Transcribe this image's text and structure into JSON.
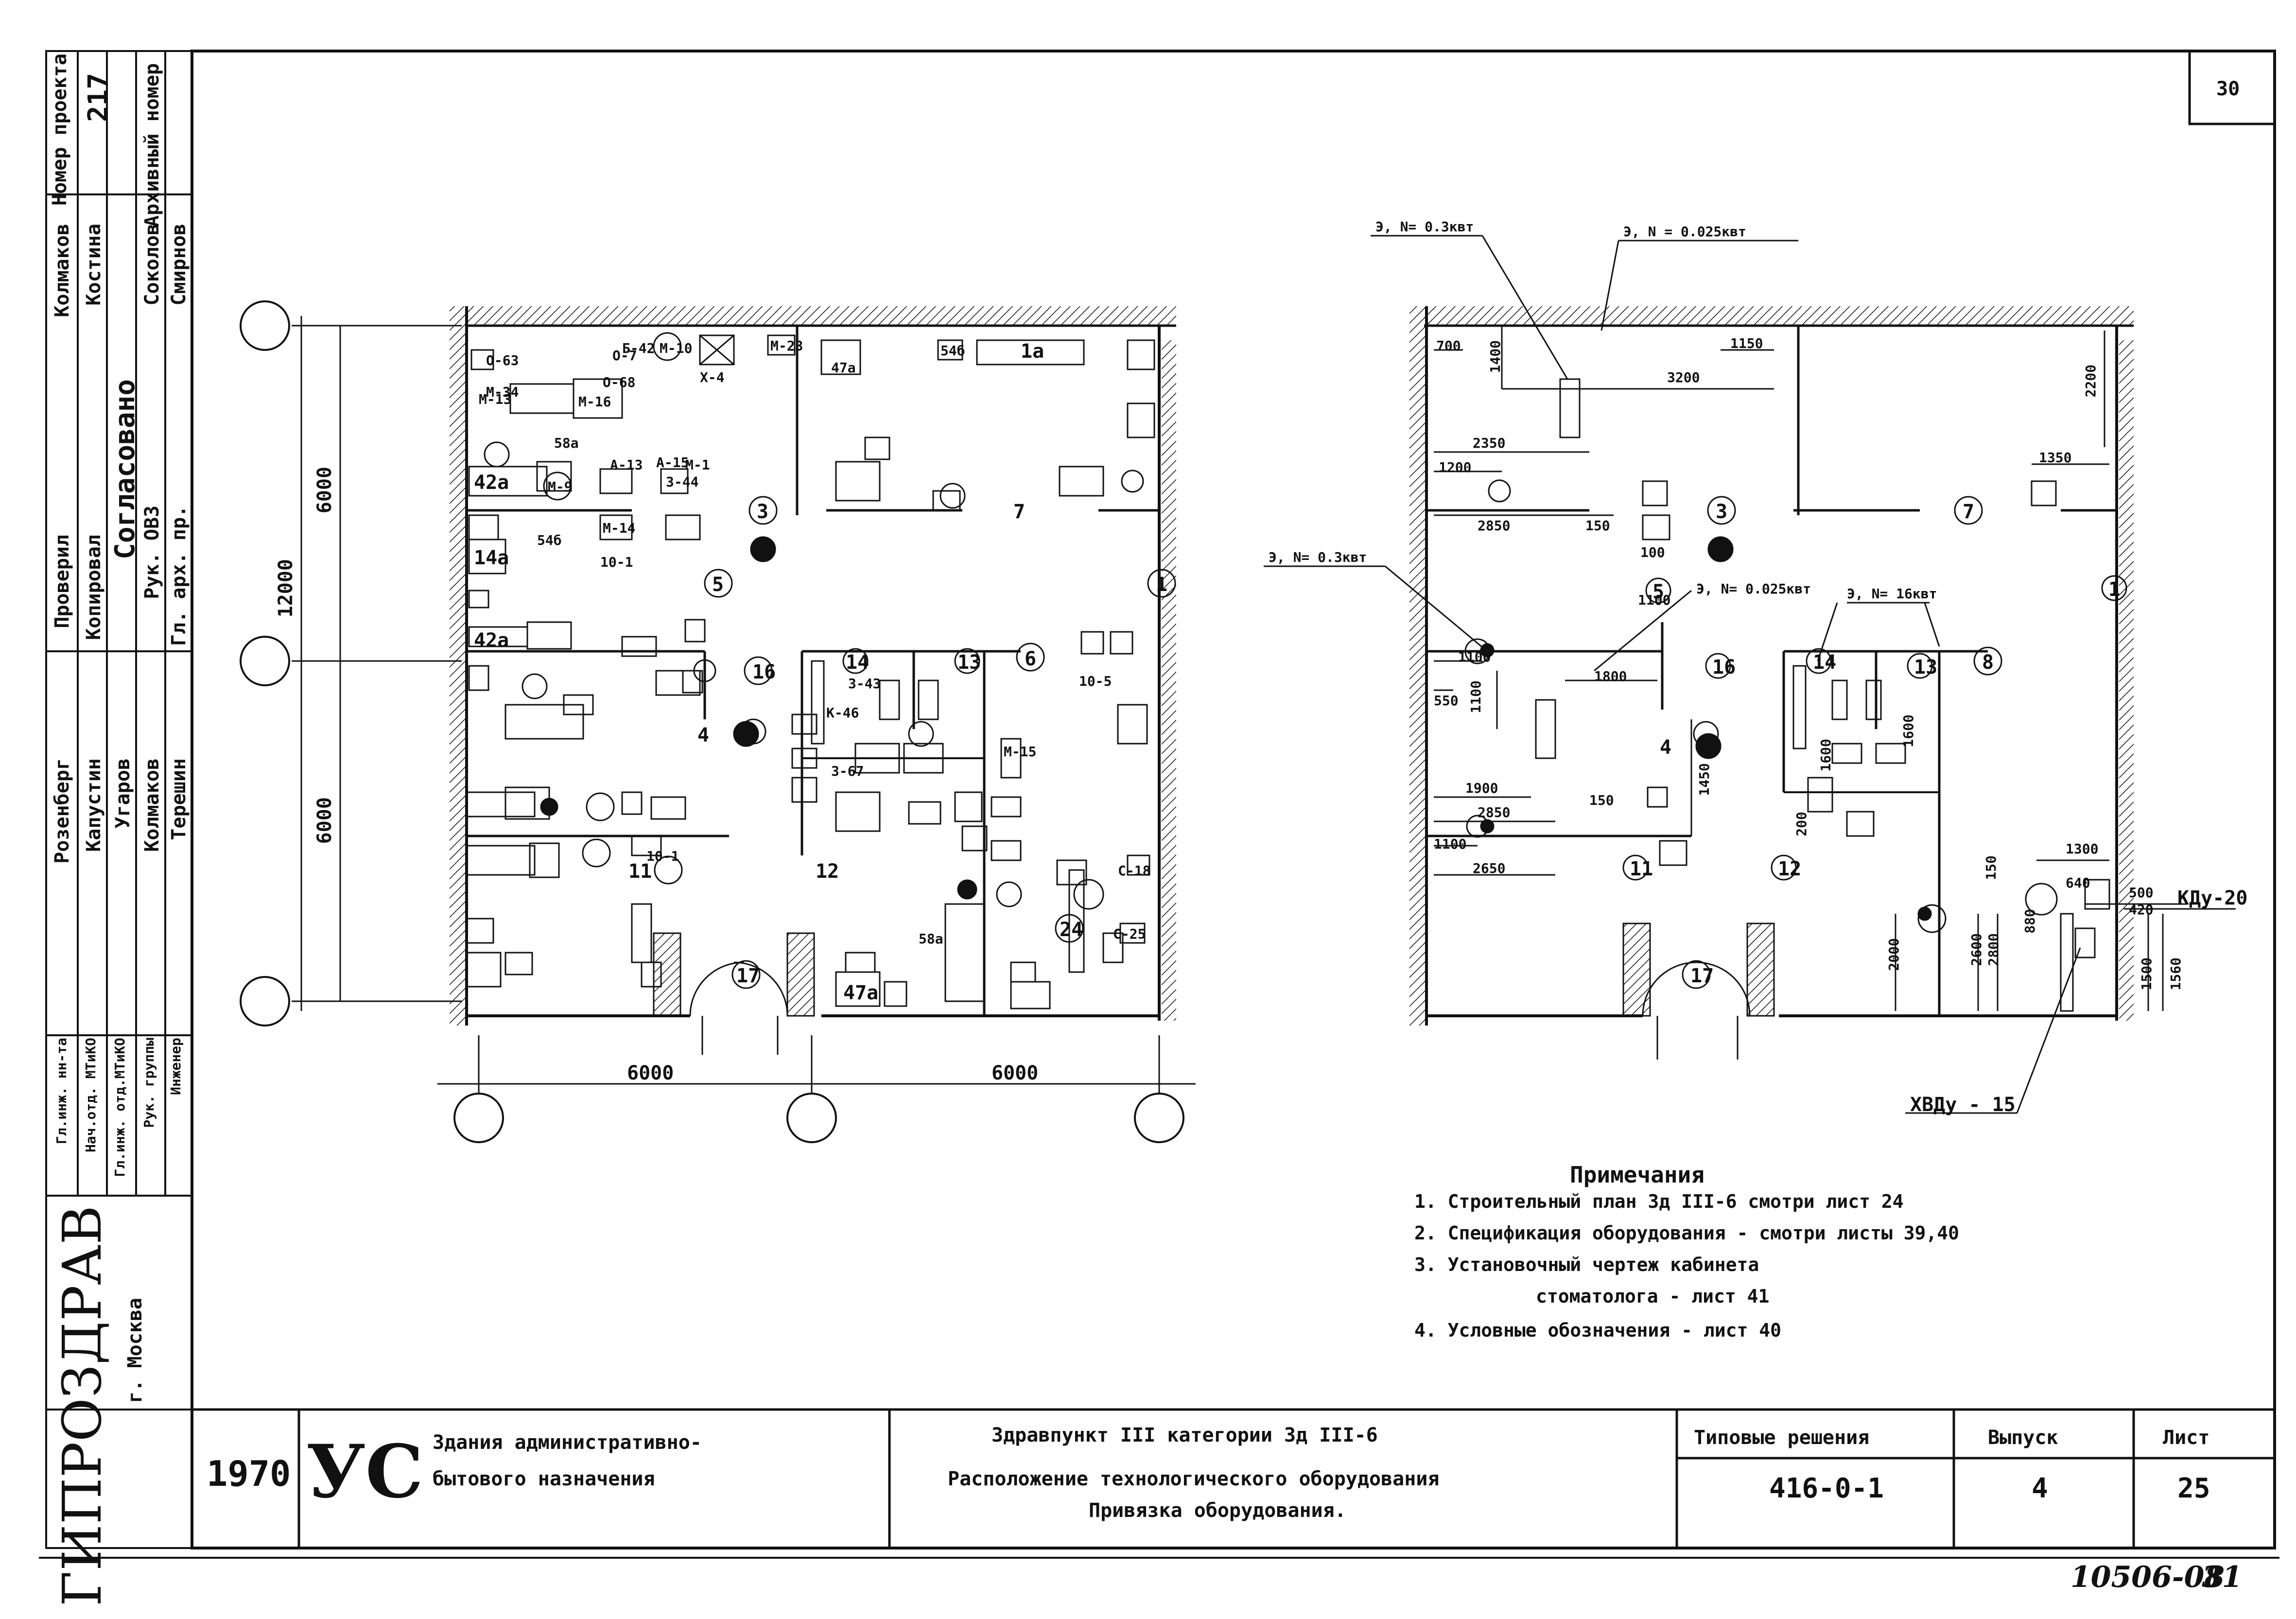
{
  "sheet_number": "30",
  "bottom_handwritten_number": "10506-08",
  "bottom_handwritten_page": "31",
  "side_stamp": {
    "archive_header": "Архивный номер",
    "archive_number": "217",
    "dept_label": "Номер проекта",
    "signers": [
      {
        "role": "Проверил",
        "name": "Розенберг"
      },
      {
        "role": "Копировал",
        "name": "Капустин"
      },
      {
        "role": "",
        "name": "Угаров"
      },
      {
        "role": "",
        "name": "Колмаков"
      },
      {
        "role": "",
        "name": "Терешин"
      }
    ],
    "approved_label": "Согласовано",
    "approvers": [
      "Колмаков",
      "Костина",
      "Соколов",
      "Смирнов"
    ],
    "approver_roles": [
      "Рук. ОВЗ",
      "Гл. арх. пр."
    ],
    "titles": [
      "Гл.инж. нн-та",
      "Нач.отд. МТиКО",
      "Гл.инж. отд.МТиКО",
      "Рук. группы",
      "Инженер"
    ],
    "org": "ГИПРОЗДРАВ",
    "city": "г. Москва"
  },
  "title_block": {
    "year": "1970",
    "logo": "УС",
    "building_type_line1": "Здания административно-",
    "building_type_line2": "бытового назначения",
    "project_line1": "Здравпункт III категории Зд III-6",
    "project_line2": "Расположение технологического оборудования",
    "project_line3": "Привязка оборудования.",
    "typical_label": "Типовые решения",
    "typical_value": "416-0-1",
    "issue_label": "Выпуск",
    "issue_value": "4",
    "sheet_label": "Лист",
    "sheet_value": "25"
  },
  "notes": {
    "title": "Примечания",
    "items": [
      "1. Строительный план Зд III-6 смотри лист 24",
      "2. Спецификация оборудования - смотри листы 39,40",
      "3. Установочный чертеж кабинета",
      "стоматолога - лист 41",
      "4. Условные обозначения - лист 40"
    ]
  },
  "left_plan": {
    "dims": {
      "vertical_total": "12000",
      "vertical_top": "6000",
      "vertical_bottom": "6000",
      "horizontal_left": "6000",
      "horizontal_right": "6000"
    },
    "room_numbers": [
      "3",
      "7",
      "5",
      "1",
      "16",
      "4",
      "14",
      "13",
      "6",
      "11",
      "12",
      "17",
      "24"
    ],
    "labels": [
      "М-13",
      "О-63",
      "О-7",
      "Б-42",
      "М-10",
      "Х-4",
      "М-23",
      "47а",
      "54б",
      "1а",
      "М-16",
      "О-68",
      "М-34",
      "58а",
      "42а",
      "М-9",
      "А-13",
      "А-15",
      "М-1",
      "3-44",
      "М-14",
      "54б",
      "14а",
      "10-1",
      "10-5",
      "42а",
      "3-43",
      "К-46",
      "3-67",
      "М-15",
      "10-1",
      "С-18",
      "С-25",
      "58а",
      "47а"
    ]
  },
  "right_plan": {
    "labels": {
      "power1": "Э, N= 0.3квт",
      "power2": "Э, N = 0.025квт",
      "power3": "Э, N= 0.3квт",
      "power4": "Э, N= 0.025квт",
      "power5": "Э, N= 16квт",
      "kdu": "КДу-20",
      "hvdu": "ХВДу - 15"
    },
    "dims": [
      "700",
      "1400",
      "1150",
      "3200",
      "2200",
      "2350",
      "1200",
      "1350",
      "2850",
      "150",
      "100",
      "1100",
      "1800",
      "1100",
      "550",
      "1100",
      "1900",
      "2850",
      "1450",
      "1100",
      "2650",
      "150",
      "1600",
      "1600",
      "200",
      "1300",
      "640",
      "500",
      "420",
      "150",
      "2000",
      "2600",
      "2800",
      "880",
      "1500",
      "1560"
    ],
    "room_numbers": [
      "3",
      "7",
      "5",
      "1",
      "16",
      "4",
      "14",
      "13",
      "8",
      "11",
      "12",
      "17"
    ]
  },
  "axis_markers": [
    "",
    "",
    "",
    "",
    "",
    ""
  ]
}
